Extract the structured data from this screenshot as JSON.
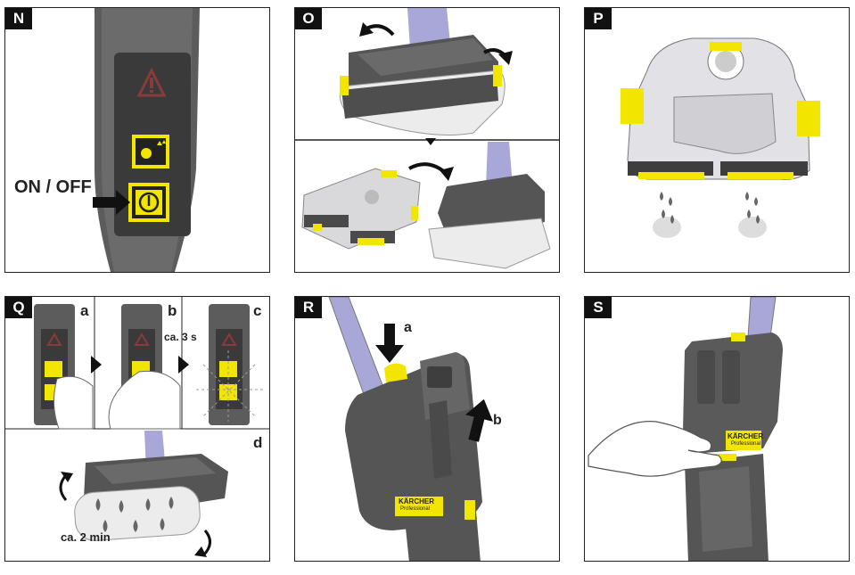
{
  "panels": {
    "N": {
      "letter": "N",
      "on_off_label": "ON / OFF"
    },
    "O": {
      "letter": "O"
    },
    "P": {
      "letter": "P"
    },
    "Q": {
      "letter": "Q",
      "step_a": "a",
      "step_b": "b",
      "step_c": "c",
      "step_d": "d",
      "duration_3s": "ca. 3 s",
      "duration_2min": "ca. 2 min"
    },
    "R": {
      "letter": "R",
      "step_a": "a",
      "step_b": "b",
      "brand": "KÄRCHER",
      "brand_sub": "Professional"
    },
    "S": {
      "letter": "S",
      "brand": "KÄRCHER",
      "brand_sub": "Professional"
    }
  },
  "colors": {
    "accent_yellow": "#f2e600",
    "body_grey": "#5a5a5a",
    "handle_lilac": "#a9a6d8",
    "roller_white": "#eeeeee"
  }
}
